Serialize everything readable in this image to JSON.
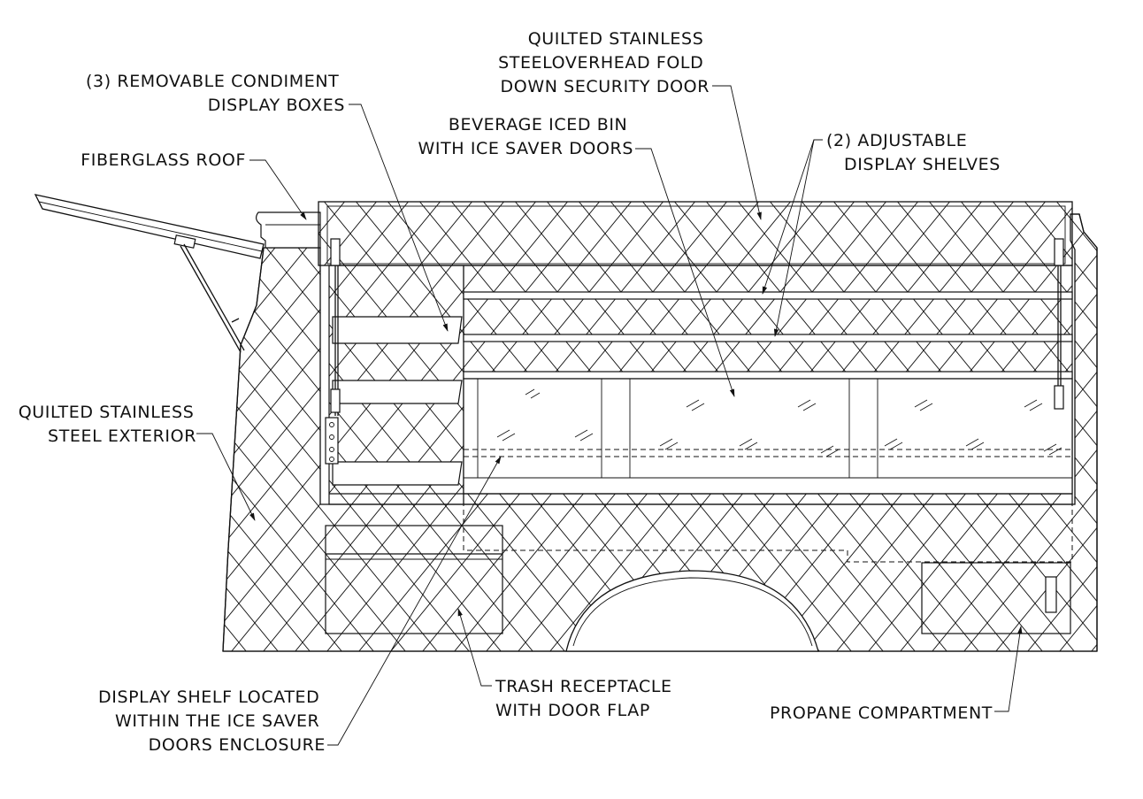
{
  "diagram": {
    "callouts": {
      "fold_down_door": [
        "QUILTED STAINLESS",
        "STEELOVERHEAD FOLD",
        "DOWN SECURITY DOOR"
      ],
      "condiment_boxes": [
        "(3) REMOVABLE CONDIMENT",
        "DISPLAY BOXES"
      ],
      "iced_bin": [
        "BEVERAGE ICED BIN",
        "WITH ICE SAVER DOORS"
      ],
      "display_shelves": [
        "(2) ADJUSTABLE",
        "DISPLAY SHELVES"
      ],
      "fiberglass_roof": [
        "FIBERGLASS ROOF"
      ],
      "exterior": [
        "QUILTED STAINLESS",
        "STEEL EXTERIOR"
      ],
      "display_shelf_enclosure": [
        "DISPLAY SHELF LOCATED",
        "WITHIN THE ICE SAVER",
        "DOORS ENCLOSURE"
      ],
      "trash": [
        "TRASH RECEPTACLE",
        "WITH DOOR FLAP"
      ],
      "propane": [
        "PROPANE COMPARTMENT"
      ]
    }
  }
}
